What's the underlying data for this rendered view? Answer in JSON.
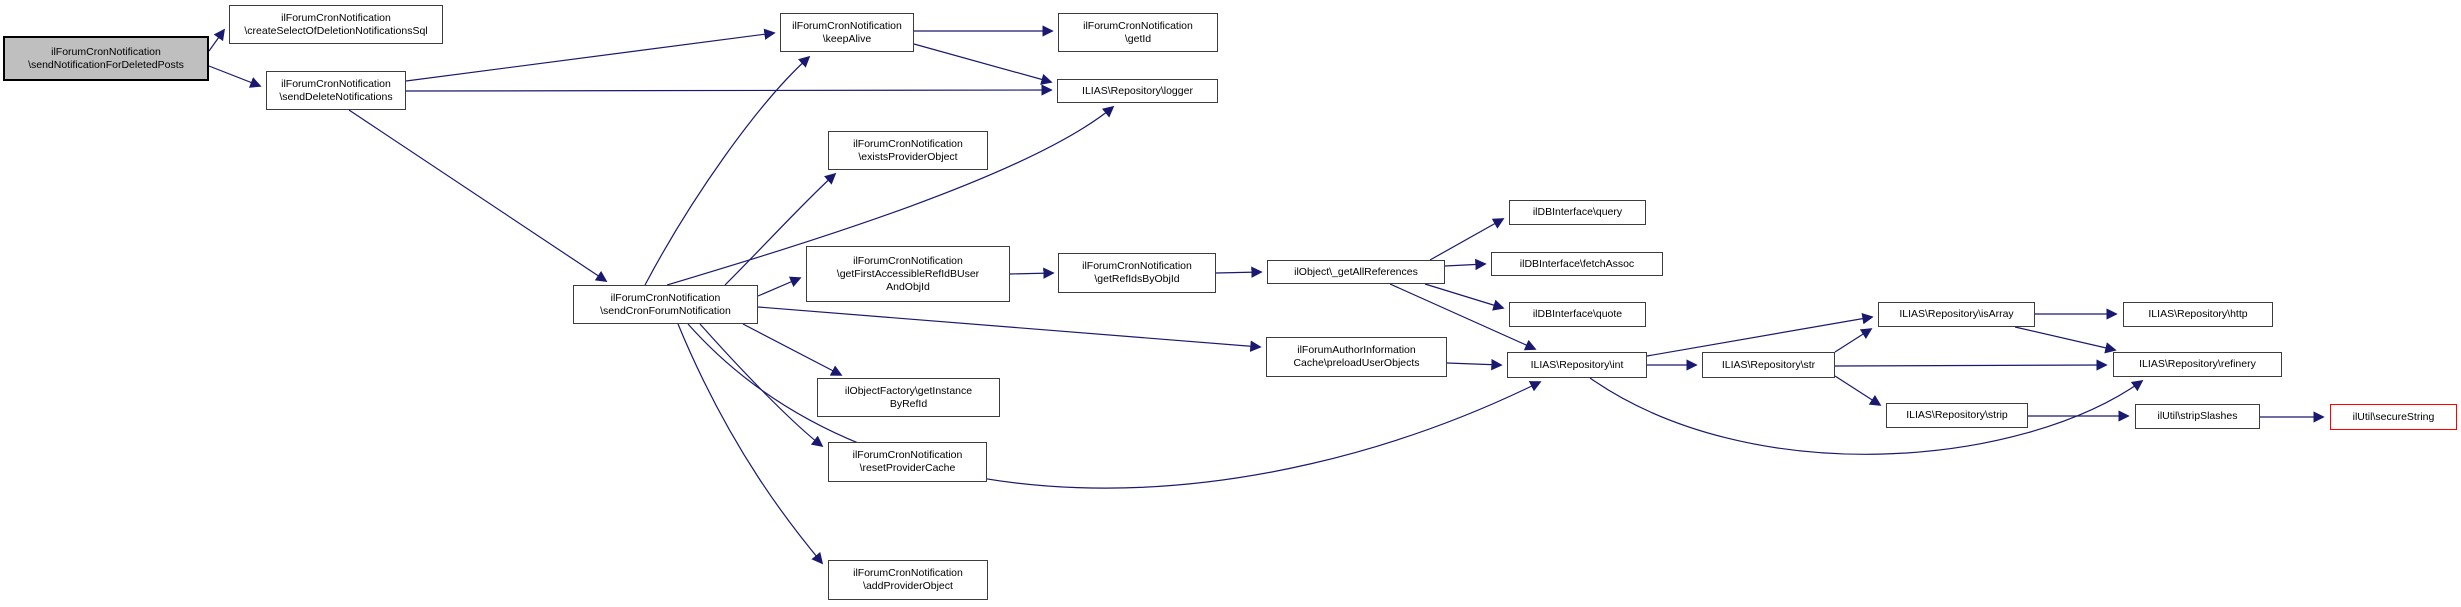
{
  "diagram": {
    "type": "call-graph",
    "tool_style": "doxygen-callgraph",
    "focus_function": "ilForumCronNotification\\sendNotificationForDeletedPosts"
  },
  "colors": {
    "edge": "#191970",
    "node_border": "#3d3d3d",
    "focus_node_fill": "#bfbfbf",
    "truncated_node_border": "#ff0000",
    "background": "#ffffff"
  },
  "nodes": [
    {
      "id": "sendNotificationForDeletedPosts",
      "label": "ilForumCronNotification\\sendNotificationForDeletedPosts",
      "lines": [
        "ilForumCronNotification",
        "\\sendNotificationForDeletedPosts"
      ],
      "role": "focus"
    },
    {
      "id": "createSelectOfDeletionNotificationsSql",
      "label": "ilForumCronNotification\\createSelectOfDeletionNotificationsSql",
      "lines": [
        "ilForumCronNotification",
        "\\createSelectOfDeletionNotificationsSql"
      ],
      "role": "normal"
    },
    {
      "id": "sendDeleteNotifications",
      "label": "ilForumCronNotification\\sendDeleteNotifications",
      "lines": [
        "ilForumCronNotification",
        "\\sendDeleteNotifications"
      ],
      "role": "normal"
    },
    {
      "id": "keepAlive",
      "label": "ilForumCronNotification\\keepAlive",
      "lines": [
        "ilForumCronNotification",
        "\\keepAlive"
      ],
      "role": "normal"
    },
    {
      "id": "getId",
      "label": "ilForumCronNotification\\getId",
      "lines": [
        "ilForumCronNotification",
        "\\getId"
      ],
      "role": "normal"
    },
    {
      "id": "logger",
      "label": "ILIAS\\Repository\\logger",
      "lines": [
        "ILIAS\\Repository\\logger"
      ],
      "role": "normal"
    },
    {
      "id": "existsProviderObject",
      "label": "ilForumCronNotification\\existsProviderObject",
      "lines": [
        "ilForumCronNotification",
        "\\existsProviderObject"
      ],
      "role": "normal"
    },
    {
      "id": "sendCronForumNotification",
      "label": "ilForumCronNotification\\sendCronForumNotification",
      "lines": [
        "ilForumCronNotification",
        "\\sendCronForumNotification"
      ],
      "role": "normal"
    },
    {
      "id": "getFirstAccessibleRefIdBUserAndObjId",
      "label": "ilForumCronNotification\\getFirstAccessibleRefIdBUserAndObjId",
      "lines": [
        "ilForumCronNotification",
        "\\getFirstAccessibleRefIdBUser",
        "AndObjId"
      ],
      "role": "normal"
    },
    {
      "id": "getRefIdsByObjId",
      "label": "ilForumCronNotification\\getRefIdsByObjId",
      "lines": [
        "ilForumCronNotification",
        "\\getRefIdsByObjId"
      ],
      "role": "normal"
    },
    {
      "id": "getAllReferences",
      "label": "ilObject\\_getAllReferences",
      "lines": [
        "ilObject\\_getAllReferences"
      ],
      "role": "normal"
    },
    {
      "id": "query",
      "label": "ilDBInterface\\query",
      "lines": [
        "ilDBInterface\\query"
      ],
      "role": "normal"
    },
    {
      "id": "fetchAssoc",
      "label": "ilDBInterface\\fetchAssoc",
      "lines": [
        "ilDBInterface\\fetchAssoc"
      ],
      "role": "normal"
    },
    {
      "id": "quote",
      "label": "ilDBInterface\\quote",
      "lines": [
        "ilDBInterface\\quote"
      ],
      "role": "normal"
    },
    {
      "id": "preloadUserObjects",
      "label": "ilForumAuthorInformationCache\\preloadUserObjects",
      "lines": [
        "ilForumAuthorInformation",
        "Cache\\preloadUserObjects"
      ],
      "role": "normal"
    },
    {
      "id": "int",
      "label": "ILIAS\\Repository\\int",
      "lines": [
        "ILIAS\\Repository\\int"
      ],
      "role": "normal"
    },
    {
      "id": "str",
      "label": "ILIAS\\Repository\\str",
      "lines": [
        "ILIAS\\Repository\\str"
      ],
      "role": "normal"
    },
    {
      "id": "isArray",
      "label": "ILIAS\\Repository\\isArray",
      "lines": [
        "ILIAS\\Repository\\isArray"
      ],
      "role": "normal"
    },
    {
      "id": "http",
      "label": "ILIAS\\Repository\\http",
      "lines": [
        "ILIAS\\Repository\\http"
      ],
      "role": "normal"
    },
    {
      "id": "refinery",
      "label": "ILIAS\\Repository\\refinery",
      "lines": [
        "ILIAS\\Repository\\refinery"
      ],
      "role": "normal"
    },
    {
      "id": "strip",
      "label": "ILIAS\\Repository\\strip",
      "lines": [
        "ILIAS\\Repository\\strip"
      ],
      "role": "normal"
    },
    {
      "id": "stripSlashes",
      "label": "ilUtil\\stripSlashes",
      "lines": [
        "ilUtil\\stripSlashes"
      ],
      "role": "normal"
    },
    {
      "id": "secureString",
      "label": "ilUtil\\secureString",
      "lines": [
        "ilUtil\\secureString"
      ],
      "role": "truncated"
    },
    {
      "id": "getInstanceByRefId",
      "label": "ilObjectFactory\\getInstanceByRefId",
      "lines": [
        "ilObjectFactory\\getInstance",
        "ByRefId"
      ],
      "role": "normal"
    },
    {
      "id": "resetProviderCache",
      "label": "ilForumCronNotification\\resetProviderCache",
      "lines": [
        "ilForumCronNotification",
        "\\resetProviderCache"
      ],
      "role": "normal"
    },
    {
      "id": "addProviderObject",
      "label": "ilForumCronNotification\\addProviderObject",
      "lines": [
        "ilForumCronNotification",
        "\\addProviderObject"
      ],
      "role": "normal"
    }
  ],
  "edges": [
    {
      "from": "sendNotificationForDeletedPosts",
      "to": "createSelectOfDeletionNotificationsSql"
    },
    {
      "from": "sendNotificationForDeletedPosts",
      "to": "sendDeleteNotifications"
    },
    {
      "from": "sendDeleteNotifications",
      "to": "keepAlive"
    },
    {
      "from": "sendDeleteNotifications",
      "to": "logger"
    },
    {
      "from": "sendDeleteNotifications",
      "to": "sendCronForumNotification"
    },
    {
      "from": "keepAlive",
      "to": "getId"
    },
    {
      "from": "keepAlive",
      "to": "logger"
    },
    {
      "from": "sendCronForumNotification",
      "to": "keepAlive"
    },
    {
      "from": "sendCronForumNotification",
      "to": "logger"
    },
    {
      "from": "sendCronForumNotification",
      "to": "existsProviderObject"
    },
    {
      "from": "sendCronForumNotification",
      "to": "getFirstAccessibleRefIdBUserAndObjId"
    },
    {
      "from": "sendCronForumNotification",
      "to": "preloadUserObjects"
    },
    {
      "from": "sendCronForumNotification",
      "to": "getInstanceByRefId"
    },
    {
      "from": "sendCronForumNotification",
      "to": "resetProviderCache"
    },
    {
      "from": "sendCronForumNotification",
      "to": "addProviderObject"
    },
    {
      "from": "sendCronForumNotification",
      "to": "int"
    },
    {
      "from": "getFirstAccessibleRefIdBUserAndObjId",
      "to": "getRefIdsByObjId"
    },
    {
      "from": "getRefIdsByObjId",
      "to": "getAllReferences"
    },
    {
      "from": "getAllReferences",
      "to": "query"
    },
    {
      "from": "getAllReferences",
      "to": "fetchAssoc"
    },
    {
      "from": "getAllReferences",
      "to": "quote"
    },
    {
      "from": "getAllReferences",
      "to": "int"
    },
    {
      "from": "preloadUserObjects",
      "to": "int"
    },
    {
      "from": "int",
      "to": "str"
    },
    {
      "from": "int",
      "to": "isArray"
    },
    {
      "from": "int",
      "to": "refinery"
    },
    {
      "from": "str",
      "to": "isArray"
    },
    {
      "from": "str",
      "to": "refinery"
    },
    {
      "from": "str",
      "to": "strip"
    },
    {
      "from": "isArray",
      "to": "http"
    },
    {
      "from": "isArray",
      "to": "refinery"
    },
    {
      "from": "strip",
      "to": "stripSlashes"
    },
    {
      "from": "stripSlashes",
      "to": "secureString"
    }
  ]
}
